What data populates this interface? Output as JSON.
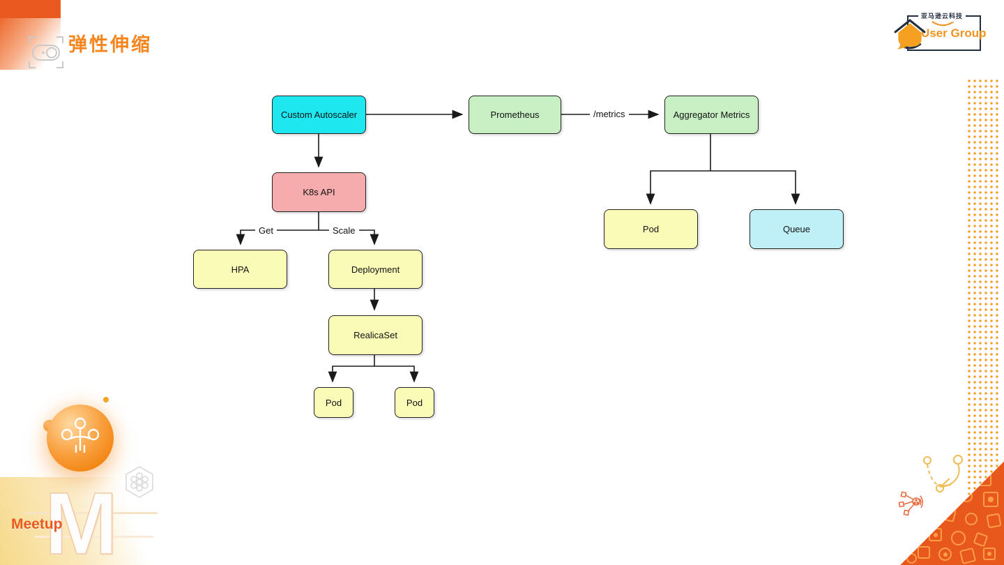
{
  "title": {
    "text": "弹性伸缩"
  },
  "header_logo": {
    "org_cn": "亚马逊云科技",
    "org_en": "User Group"
  },
  "footer": {
    "meetup": "Meetup",
    "watermark": "M"
  },
  "diagram": {
    "nodes": {
      "custom_autoscaler": {
        "label": "Custom Autoscaler",
        "fill": "#1FE7F0"
      },
      "prometheus": {
        "label": "Prometheus",
        "fill": "#C8F0C4"
      },
      "aggregator_metrics": {
        "label": "Aggregator Metrics",
        "fill": "#C8F0C4"
      },
      "k8s_api": {
        "label": "K8s API",
        "fill": "#F6ACAC"
      },
      "hpa": {
        "label": "HPA",
        "fill": "#FBFBB8"
      },
      "deployment": {
        "label": "Deployment",
        "fill": "#FBFBB8"
      },
      "realicaset": {
        "label": "RealicaSet",
        "fill": "#FBFBB8"
      },
      "pod_left": {
        "label": "Pod",
        "fill": "#FBFBB8"
      },
      "pod_right": {
        "label": "Pod",
        "fill": "#FBFBB8"
      },
      "pod_metrics": {
        "label": "Pod",
        "fill": "#FBFBB8"
      },
      "queue": {
        "label": "Queue",
        "fill": "#BFF0F8"
      }
    },
    "edge_labels": {
      "metrics": "/metrics",
      "get": "Get",
      "scale": "Scale"
    },
    "edges": [
      {
        "from": "custom_autoscaler",
        "to": "prometheus",
        "label": ""
      },
      {
        "from": "prometheus",
        "to": "aggregator_metrics",
        "label": "/metrics"
      },
      {
        "from": "custom_autoscaler",
        "to": "k8s_api",
        "label": ""
      },
      {
        "from": "k8s_api",
        "to": "hpa",
        "label": "Get"
      },
      {
        "from": "k8s_api",
        "to": "deployment",
        "label": "Scale"
      },
      {
        "from": "deployment",
        "to": "realicaset",
        "label": ""
      },
      {
        "from": "realicaset",
        "to": "pod_left",
        "label": ""
      },
      {
        "from": "realicaset",
        "to": "pod_right",
        "label": ""
      },
      {
        "from": "aggregator_metrics",
        "to": "pod_metrics",
        "label": ""
      },
      {
        "from": "aggregator_metrics",
        "to": "queue",
        "label": ""
      }
    ]
  },
  "colors": {
    "accent_orange": "#E95A20",
    "title_orange": "#F5861F",
    "logo_navy": "#232F3E",
    "logo_orange": "#F0931F",
    "triangle_orange": "#E8581D",
    "dots_orange": "#F2A02E",
    "edge_line": "#1a1a1a"
  }
}
